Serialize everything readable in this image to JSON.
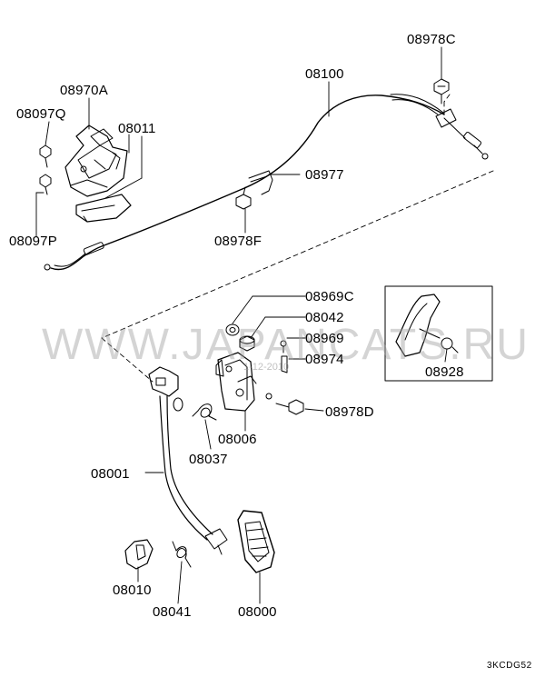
{
  "watermark": "WWW.JAPANCATS.RU",
  "watermark_small": "1-12-2010",
  "diagram_code": "3KCDG52",
  "callouts": {
    "p08978C": "08978C",
    "p08100": "08100",
    "p08970A": "08970A",
    "p08097Q": "08097Q",
    "p08011": "08011",
    "p08977": "08977",
    "p08097P": "08097P",
    "p08978F": "08978F",
    "p08969C": "08969C",
    "p08042": "08042",
    "p08969": "08969",
    "p08974": "08974",
    "p08928": "08928",
    "p08978D": "08978D",
    "p08006": "08006",
    "p08037": "08037",
    "p08001": "08001",
    "p08010": "08010",
    "p08041": "08041",
    "p08000": "08000"
  }
}
